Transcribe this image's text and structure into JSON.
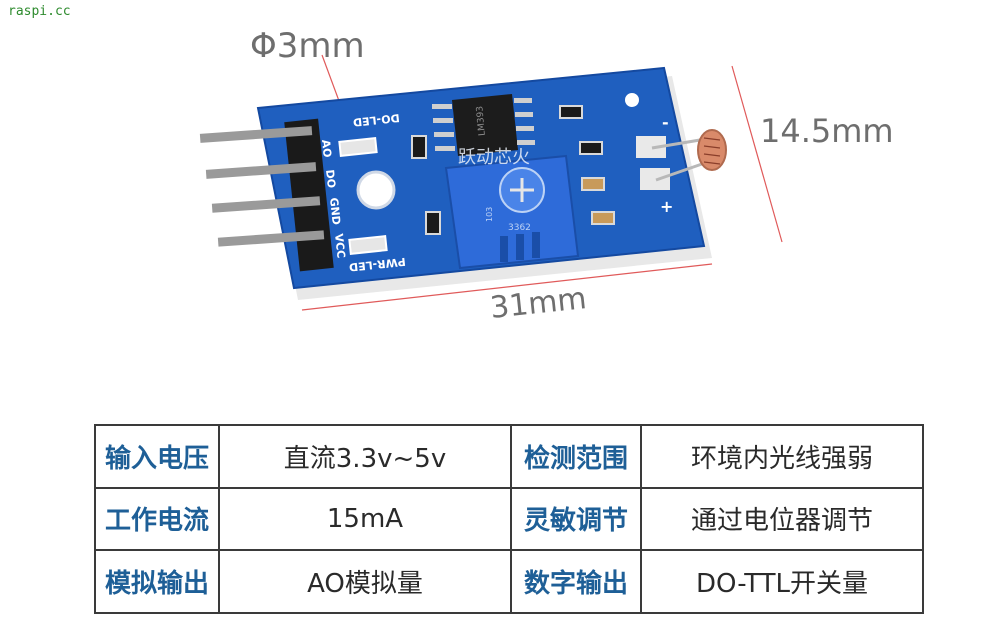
{
  "watermark": "raspi.cc",
  "dimensions": {
    "hole_diameter": "Φ3mm",
    "height": "14.5mm",
    "width": "31mm"
  },
  "board": {
    "label_do_led": "DO-LED",
    "label_pwr_led": "PWR-LED",
    "pins": [
      "AO",
      "DO",
      "GND",
      "VCC"
    ],
    "chip_marking": "LM393",
    "pot_marking": "3362",
    "pot_value": "103",
    "overlay_text": "跃动芯火",
    "sensor_minus": "-",
    "sensor_plus": "+"
  },
  "specs": [
    {
      "k1": "输入电压",
      "v1": "直流3.3v~5v",
      "k2": "检测范围",
      "v2": "环境内光线强弱"
    },
    {
      "k1": "工作电流",
      "v1": "15mA",
      "k2": "灵敏调节",
      "v2": "通过电位器调节"
    },
    {
      "k1": "模拟输出",
      "v1": "AO模拟量",
      "k2": "数字输出",
      "v2": "DO-TTL开关量"
    }
  ],
  "colors": {
    "pcb": "#1f5fbf",
    "pcb_edge": "#1449a0",
    "potentiometer": "#2e6bd9",
    "key_text": "#1e5f97",
    "dimension_line": "#e05a5a"
  }
}
